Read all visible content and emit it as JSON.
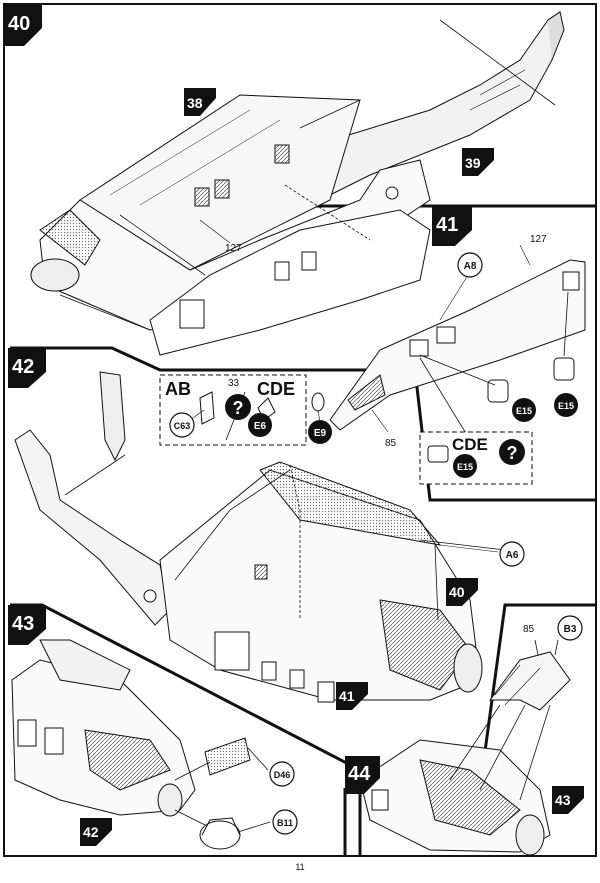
{
  "page_number": "11",
  "steps": [
    {
      "id": "s40",
      "number": "40"
    },
    {
      "id": "s41",
      "number": "41"
    },
    {
      "id": "s42",
      "number": "42"
    },
    {
      "id": "s43",
      "number": "43"
    },
    {
      "id": "s44",
      "number": "44"
    }
  ],
  "step_refs": {
    "ref38": "38",
    "ref39": "39",
    "ref40": "40",
    "ref41": "41",
    "ref42": "42",
    "ref43": "43"
  },
  "part_numbers": {
    "n127a": "127",
    "n127b": "127",
    "n33": "33",
    "n85a": "85",
    "n85b": "85"
  },
  "part_callouts": {
    "A8": "A8",
    "A6": "A6",
    "B3": "B3",
    "C63": "C63",
    "E6": "E6",
    "E9": "E9",
    "E15a": "E15",
    "E15b": "E15",
    "E15c": "E15",
    "D46": "D46",
    "B11": "B11"
  },
  "variant_box1": {
    "left_label": "AB",
    "right_label": "CDE",
    "question": "?"
  },
  "variant_box2": {
    "label": "CDE",
    "question": "?"
  }
}
